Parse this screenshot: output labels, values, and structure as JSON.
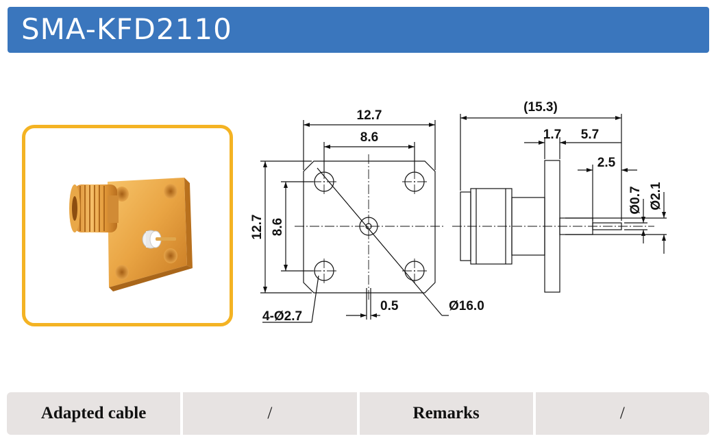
{
  "header": {
    "title": "SMA-KFD2110"
  },
  "colors": {
    "header_bg": "#3a76bd",
    "photo_border": "#f4b323",
    "table_bg": "#e7e3e2",
    "gold": "#e6a040"
  },
  "drawing": {
    "front": {
      "width_outer": "12.7",
      "hole_spacing_h": "8.6",
      "height_outer": "12.7",
      "hole_spacing_v": "8.6",
      "holes": "4-Ø2.7",
      "center_pin": "0.5",
      "bolt_circle": "Ø16.0"
    },
    "side": {
      "overall_length": "(15.3)",
      "flange_thickness": "1.7",
      "pin_section": "5.7",
      "pin_tip": "2.5",
      "pin_dia": "Ø0.7",
      "insulator_dia": "Ø2.1"
    }
  },
  "table": {
    "adapted_cable_label": "Adapted cable",
    "adapted_cable_value": "/",
    "remarks_label": "Remarks",
    "remarks_value": "/"
  }
}
